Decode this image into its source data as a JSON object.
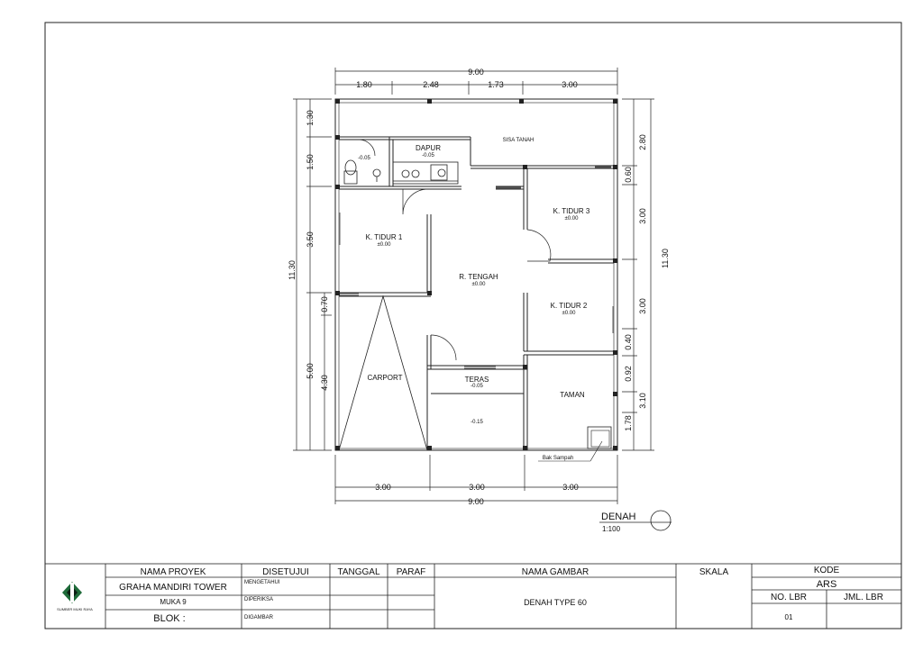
{
  "plan": {
    "top_dims": {
      "total": "9.00",
      "segments": [
        "1.80",
        "2.48",
        "1.73",
        "3.00"
      ]
    },
    "bottom_dims": {
      "segments": [
        "3.00",
        "3.00",
        "3.00"
      ],
      "total": "9.00"
    },
    "left_dims": {
      "outer": [
        "1.30",
        "1.50",
        "3.50",
        "5.00"
      ],
      "inner": [
        "0.70",
        "4.30"
      ],
      "total": "11.30"
    },
    "right_dims": {
      "segments": [
        "2.80",
        "0.60",
        "3.00",
        "3.00",
        "0.40",
        "0.92",
        "3.10",
        "1.78"
      ],
      "total": "11.30"
    },
    "rooms": {
      "sisa_tanah": "SISA TANAH",
      "dapur": "DAPUR",
      "dapur_level": "-0.05",
      "kamar_mandi_level": "-0.05",
      "tidur1": "K. TIDUR 1",
      "tidur1_level": "±0.00",
      "tidur2": "K. TIDUR 2",
      "tidur2_level": "±0.00",
      "tidur3": "K. TIDUR 3",
      "tidur3_level": "±0.00",
      "tengah": "R. TENGAH",
      "tengah_level": "±0.00",
      "carport": "CARPORT",
      "teras": "TERAS",
      "teras_level": "-0.05",
      "front_level": "-0.15",
      "taman": "TAMAN",
      "bak_sampah": "Bak Sampah"
    },
    "title": "DENAH",
    "scale": "1:100"
  },
  "title_block": {
    "logo_text": "SUMBER MUKI RAYA",
    "nama_proyek_h": "NAMA PROYEK",
    "project_name": "GRAHA MANDIRI TOWER",
    "muka": "MUKA 9",
    "blok": "BLOK :",
    "disetujui_h": "DISETUJUI",
    "mengetahui": "MENGETAHUI",
    "diperiksa": "DIPERIKSA",
    "digambar": "DIGAMBAR",
    "tanggal_h": "TANGGAL",
    "paraf_h": "PARAF",
    "nama_gambar_h": "NAMA GAMBAR",
    "nama_gambar": "DENAH TYPE 60",
    "skala_h": "SKALA",
    "kode_h": "KODE",
    "kode": "ARS",
    "no_lbr_h": "NO. LBR",
    "jml_lbr_h": "JML. LBR",
    "no_lbr": "01"
  }
}
